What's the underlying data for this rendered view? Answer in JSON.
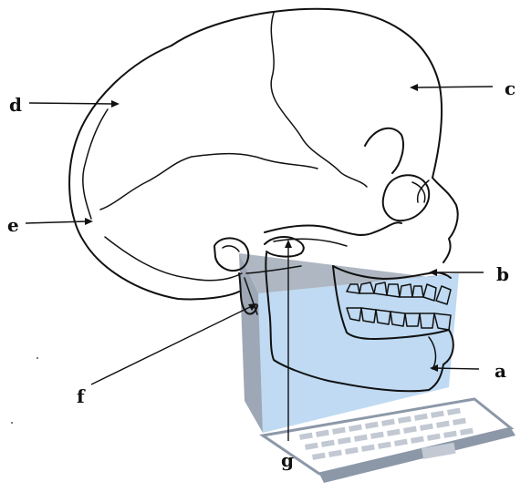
{
  "labels": {
    "a": "a",
    "b": "b",
    "c": "c",
    "d": "d",
    "e": "e",
    "f": "f",
    "g": "g"
  },
  "colors": {
    "line": "#111111",
    "laptop_frame": "#8c98a8",
    "laptop_screen": "#a9cdee",
    "laptop_keys": "#c2c9d3"
  },
  "icons": [
    "skull-lateral-drawing",
    "laptop-icon"
  ]
}
